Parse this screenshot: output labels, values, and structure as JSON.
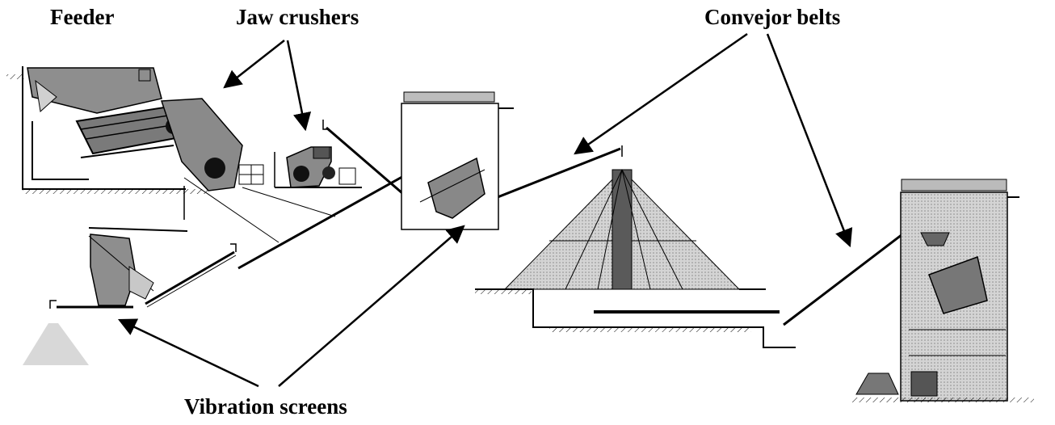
{
  "labels": {
    "feeder": "Feeder",
    "jaw_crushers": "Jaw crushers",
    "conveyor_belts": "Convejor belts",
    "vibration_screens": "Vibration screens"
  },
  "colors": {
    "ink": "#000000",
    "stipple_dark": "#8a8a8a",
    "stipple_mid": "#a8a8a8",
    "stipple_light": "#c8c8c8",
    "stipple_pale": "#dcdcdc",
    "background": "#ffffff"
  }
}
